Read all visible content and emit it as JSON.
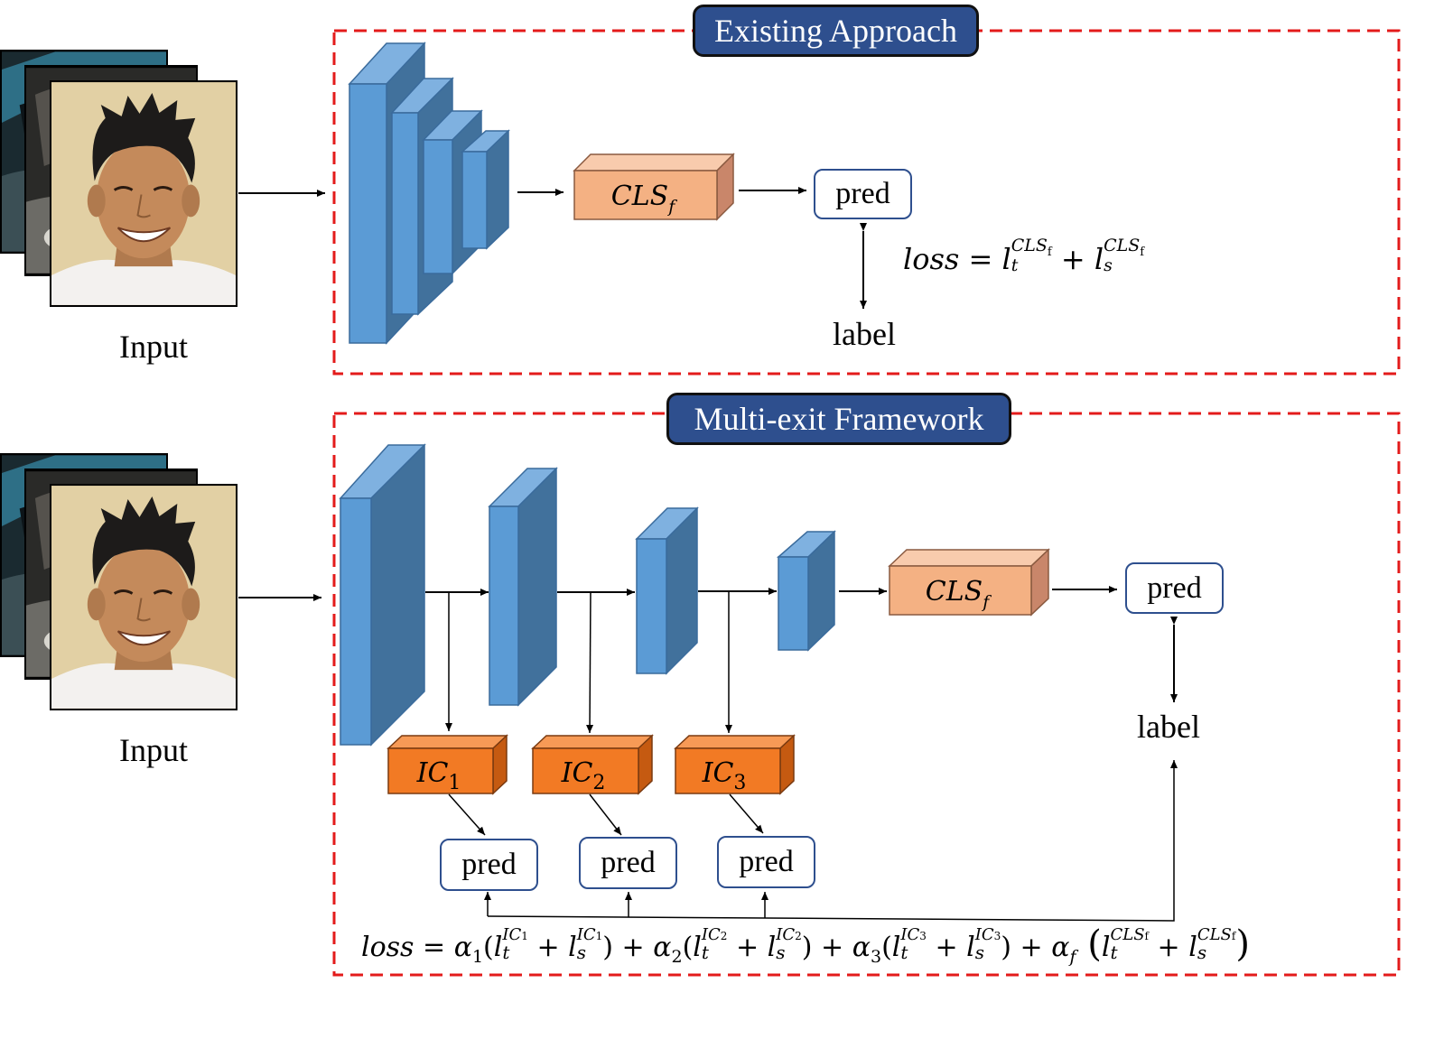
{
  "top_panel": {
    "title": "Existing Approach",
    "input_label": "Input",
    "cls_block": {
      "name": "CLS",
      "subscript": "f"
    },
    "pred_label": "pred",
    "label_text": "label",
    "loss": {
      "lhs": "loss",
      "eq": "=",
      "term1": {
        "symbol": "l",
        "sub": "t",
        "sup": "CLS",
        "sup_sub": "f"
      },
      "plus": "+",
      "term2": {
        "symbol": "l",
        "sub": "s",
        "sup": "CLS",
        "sup_sub": "f"
      }
    }
  },
  "bottom_panel": {
    "title": "Multi-exit Framework",
    "input_label": "Input",
    "cls_block": {
      "name": "CLS",
      "subscript": "f"
    },
    "ic_blocks": [
      {
        "name": "IC",
        "subscript": "1"
      },
      {
        "name": "IC",
        "subscript": "2"
      },
      {
        "name": "IC",
        "subscript": "3"
      }
    ],
    "pred_labels": [
      "pred",
      "pred",
      "pred",
      "pred"
    ],
    "label_text": "label",
    "loss": {
      "lhs": "loss",
      "eq": "=",
      "terms": [
        {
          "coef": "α",
          "coef_sub": "1",
          "sup": "IC",
          "sup_sub": "1"
        },
        {
          "coef": "α",
          "coef_sub": "2",
          "sup": "IC",
          "sup_sub": "2"
        },
        {
          "coef": "α",
          "coef_sub": "3",
          "sup": "IC",
          "sup_sub": "3"
        },
        {
          "coef": "α",
          "coef_sub": "f",
          "sup": "CLS",
          "sup_sub": "f"
        }
      ],
      "symbol": "l",
      "sub_t": "t",
      "sub_s": "s",
      "plus": "+"
    }
  },
  "colors": {
    "backbone_front": "#5b9bd5",
    "backbone_side": "#41719c",
    "backbone_top": "#7fb1e0",
    "cls_front": "#f4b183",
    "cls_top": "#f8cbad",
    "cls_side": "#c9866a",
    "ic_front": "#f27a24",
    "ic_top": "#f79a56",
    "ic_side": "#c55a11",
    "dashed_border": "#e31b1b",
    "badge": "#2e4f8e",
    "pred_border": "#2e4f8e"
  }
}
